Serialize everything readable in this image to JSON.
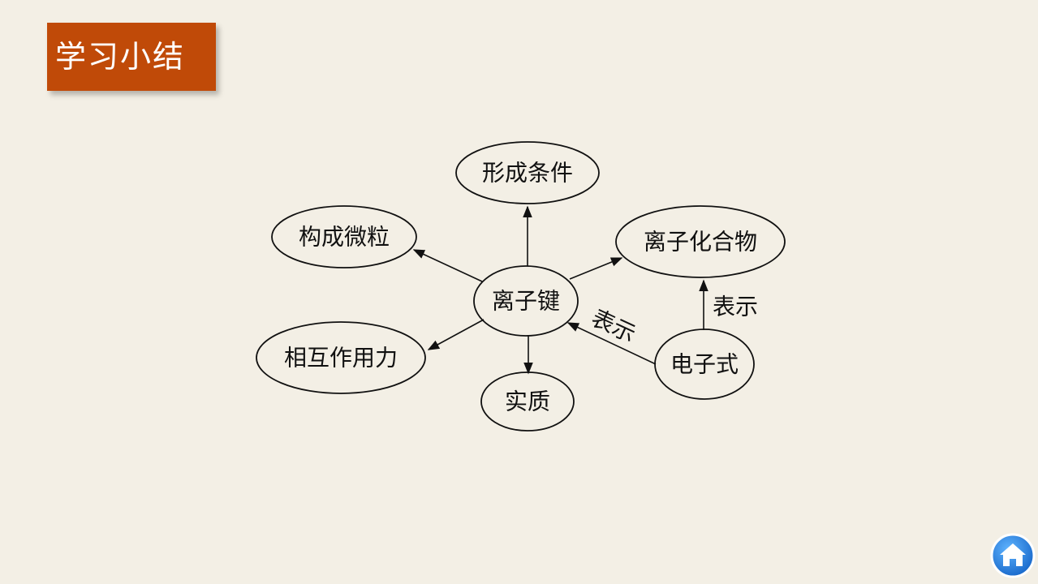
{
  "header": {
    "title": "学习小结"
  },
  "diagram": {
    "nodes": {
      "center": "离子键",
      "formation": "形成条件",
      "particles": "构成微粒",
      "compound": "离子化合物",
      "force": "相互作用力",
      "essence": "实质",
      "formula": "电子式"
    },
    "edge_labels": {
      "formula_to_center": "表示",
      "formula_to_compound": "表示"
    }
  },
  "nav": {
    "home_icon": "home-icon",
    "home_color": "#1e7fd6"
  }
}
